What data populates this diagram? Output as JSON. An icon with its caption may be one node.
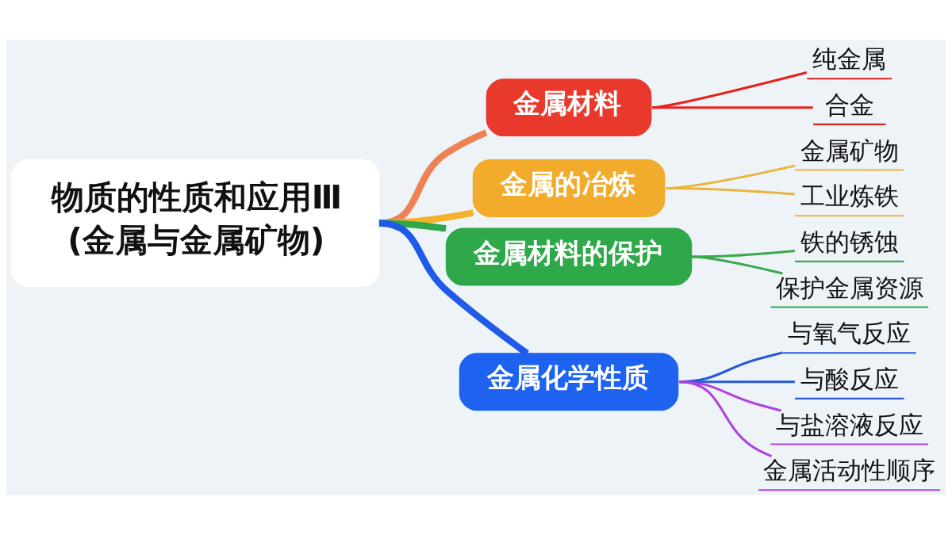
{
  "diagram": {
    "nodes": [
      {
        "text": [
          "物质的性质和应用Ⅲ",
          "(金属与金属矿物)"
        ]
      },
      {
        "text": [
          "金属材料"
        ]
      },
      {
        "text": [
          "纯金属"
        ]
      },
      {
        "text": [
          "合金"
        ]
      },
      {
        "text": [
          "金属的冶炼"
        ]
      },
      {
        "text": [
          "金属矿物"
        ]
      },
      {
        "text": [
          "工业炼铁"
        ]
      },
      {
        "text": [
          "金属材料的保护"
        ]
      },
      {
        "text": [
          "铁的锈蚀"
        ]
      },
      {
        "text": [
          "保护金属资源"
        ]
      },
      {
        "text": [
          "金属化学性质"
        ]
      },
      {
        "text": [
          "与氧气反应"
        ]
      },
      {
        "text": [
          "与酸反应"
        ]
      },
      {
        "text": [
          "与盐溶液反应"
        ]
      },
      {
        "text": [
          "金属活动性顺序"
        ]
      }
    ],
    "edges": [
      {
        "from": 0,
        "to": 1,
        "arrow": "none",
        "style": "thick",
        "color": "#ef8255"
      },
      {
        "from": 1,
        "to": 2,
        "arrow": "none",
        "color": "#e8201c"
      },
      {
        "from": 1,
        "to": 3,
        "arrow": "none",
        "color": "#e8201c"
      },
      {
        "from": 0,
        "to": 4,
        "arrow": "none",
        "style": "thick",
        "color": "#f4b22c"
      },
      {
        "from": 4,
        "to": 5,
        "arrow": "none",
        "color": "#e9b43a"
      },
      {
        "from": 4,
        "to": 6,
        "arrow": "none",
        "color": "#e9b43a"
      },
      {
        "from": 0,
        "to": 7,
        "arrow": "none",
        "style": "thick",
        "color": "#2fa84a"
      },
      {
        "from": 7,
        "to": 8,
        "arrow": "none",
        "color": "#3aa84c"
      },
      {
        "from": 7,
        "to": 9,
        "arrow": "none",
        "color": "#3aa84c"
      },
      {
        "from": 0,
        "to": 10,
        "arrow": "none",
        "style": "thick",
        "color": "#1f5ae8"
      },
      {
        "from": 10,
        "to": 11,
        "arrow": "none",
        "color": "#2a58d8"
      },
      {
        "from": 10,
        "to": 12,
        "arrow": "none",
        "color": "#2a58d8"
      },
      {
        "from": 10,
        "to": 13,
        "arrow": "none",
        "color": "#b040e0"
      },
      {
        "from": 10,
        "to": 14,
        "arrow": "none",
        "color": "#b040e0"
      }
    ]
  }
}
